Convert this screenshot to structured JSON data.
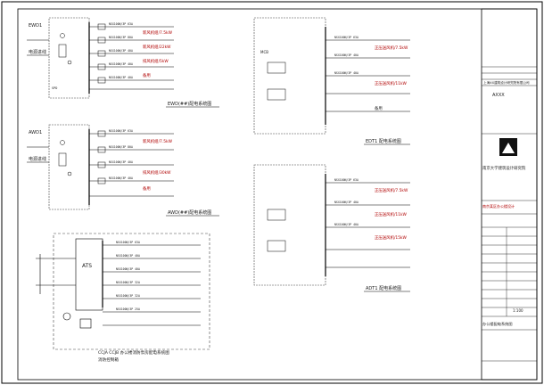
{
  "drawing": {
    "panels": [
      {
        "key": "ewd",
        "label": "EWD(##)配电系统图",
        "loads": [
          "新风机组/7.5kW",
          "新风机组/22kW",
          "排风机组/5kW",
          "备用"
        ]
      },
      {
        "key": "awd",
        "label": "AWD(##)配电系统图",
        "loads": [
          "新风机组/7.5kW",
          "排风机组/30kW",
          "备用"
        ]
      },
      {
        "key": "cc",
        "label": "CCJA CCJB 办公楼消防泵房配电系统图",
        "sub": "消防控制箱"
      },
      {
        "key": "edt1",
        "label": "EDT1 配电系统图",
        "loads": [
          "正压送风机/7.5kW",
          "正压送风机/11kW"
        ]
      },
      {
        "key": "adt1",
        "label": "ADT1 配电系统图",
        "loads": [
          "正压送风机/7.5kW",
          "正压送风机/11kW",
          "正压送风机/15kW"
        ]
      }
    ],
    "labels": {
      "cable_in_1": "电源进线",
      "cable_in_2": "电源进线",
      "spare": "备用",
      "ats": "ATS",
      "mcb": "MCB"
    }
  },
  "title_block": {
    "company_cn": "上海XX建筑设计研究院有限公司",
    "company_short": "AXXX",
    "firm_main": "南京大学建筑设计研究院",
    "project": "南京某区办公楼设计",
    "drawing_title": "办公楼配电系统图",
    "scale": "1:100"
  }
}
